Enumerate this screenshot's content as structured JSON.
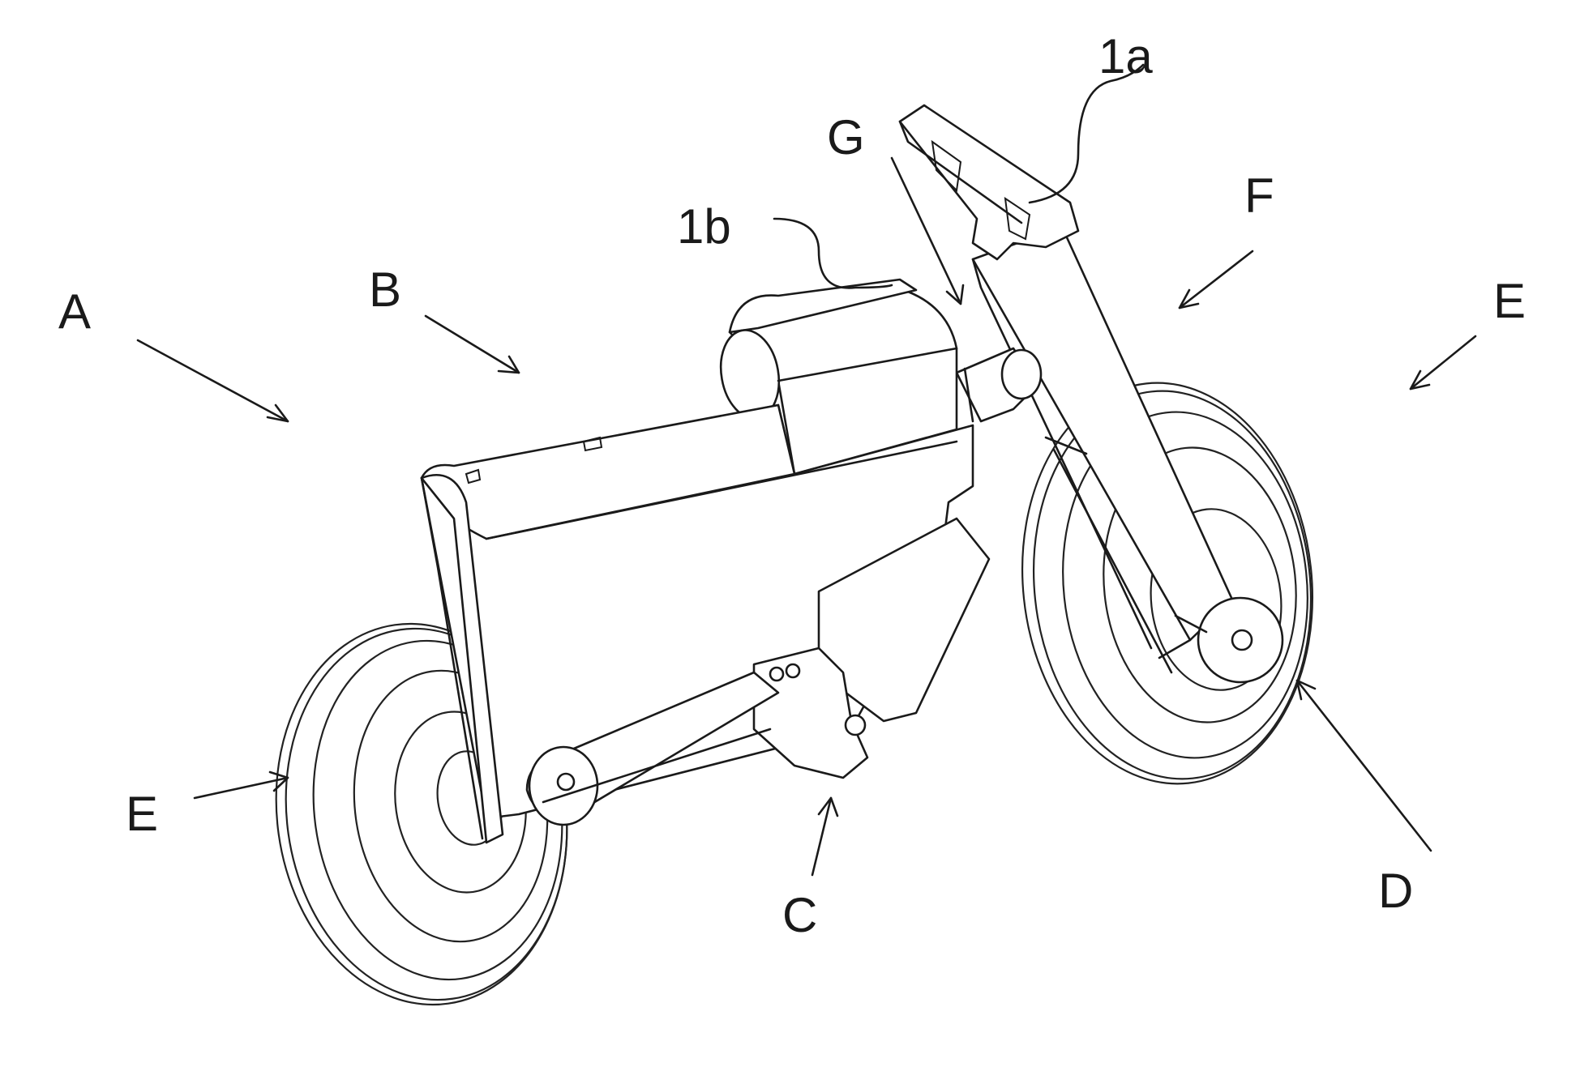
{
  "figure": {
    "labels": {
      "A": "A",
      "B": "B",
      "C": "C",
      "D": "D",
      "E_left": "E",
      "E_right": "E",
      "F": "F",
      "G": "G",
      "ref_1a": "1a",
      "ref_1b": "1b"
    }
  }
}
